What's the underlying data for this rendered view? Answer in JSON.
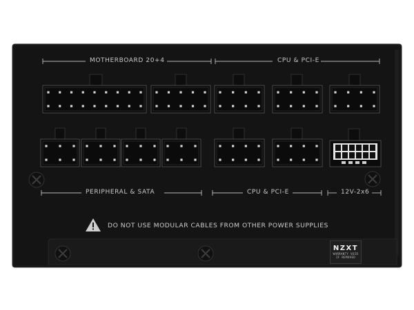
{
  "top_labels": {
    "motherboard": "MOTHERBOARD 20+4",
    "cpu_pcie_top": "CPU & PCI-E"
  },
  "bottom_labels": {
    "peripheral": "PERIPHERAL & SATA",
    "cpu_pcie_bottom": "CPU & PCI-E",
    "hpwr": "12V-2x6"
  },
  "warning": {
    "text": "DO NOT USE MODULAR CABLES FROM OTHER POWER SUPPLIES"
  },
  "badge": {
    "logo": "NZXT",
    "line1": "WARRANTY VOID",
    "line2": "IF REMOVED"
  },
  "colors": {
    "panel": "#161616",
    "connector": "#0b0b0b",
    "pin": "#d8d8d8",
    "label": "#c9c9c9"
  }
}
